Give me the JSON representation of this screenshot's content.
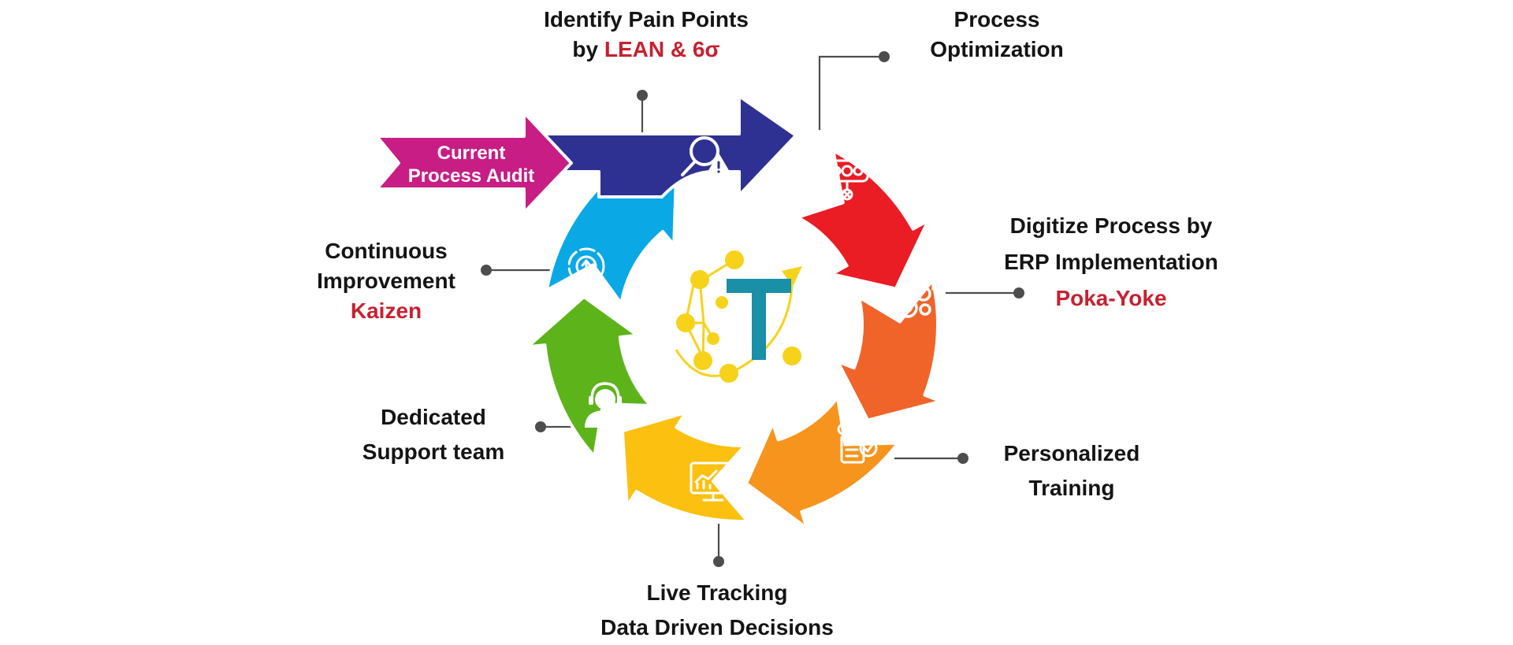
{
  "colors": {
    "audit": "#c81d85",
    "identify": "#2e3192",
    "optimize": "#ea1c24",
    "digitize": "#f0642a",
    "training": "#f6941d",
    "tracking": "#fcc010",
    "support": "#5db41a",
    "improve": "#0aa8e5",
    "connector": "#4d4d4d",
    "highlight": "#c8202f",
    "logo_blue": "#1a8fa8",
    "logo_yellow": "#f7d21b"
  },
  "audit_arrow": {
    "line1": "Current",
    "line2": "Process Audit"
  },
  "steps": [
    {
      "key": "identify",
      "line1": "Identify Pain Points",
      "line2_prefix": "by ",
      "line2_highlight": "LEAN & 6σ",
      "icon": "magnifier-warning-icon"
    },
    {
      "key": "optimize",
      "line1": "Process",
      "line2": "Optimization",
      "icon": "process-flow-icon"
    },
    {
      "key": "digitize",
      "line1": "Digitize Process by",
      "line2": "ERP Implementation",
      "line3_highlight": "Poka-Yoke",
      "icon": "gears-icon"
    },
    {
      "key": "training",
      "line1": "Personalized",
      "line2": "Training",
      "icon": "training-checklist-icon"
    },
    {
      "key": "tracking",
      "line1": "Live Tracking",
      "line2": "Data Driven Decisions",
      "icon": "dashboard-monitor-icon"
    },
    {
      "key": "support",
      "line1": "Dedicated",
      "line2": "Support team",
      "icon": "headset-agent-icon"
    },
    {
      "key": "improve",
      "line1": "Continuous",
      "line2": "Improvement",
      "line3_highlight": "Kaizen",
      "icon": "cycle-upload-icon"
    }
  ],
  "logo": {
    "letter": "T",
    "icon": "network-t-logo-icon"
  }
}
